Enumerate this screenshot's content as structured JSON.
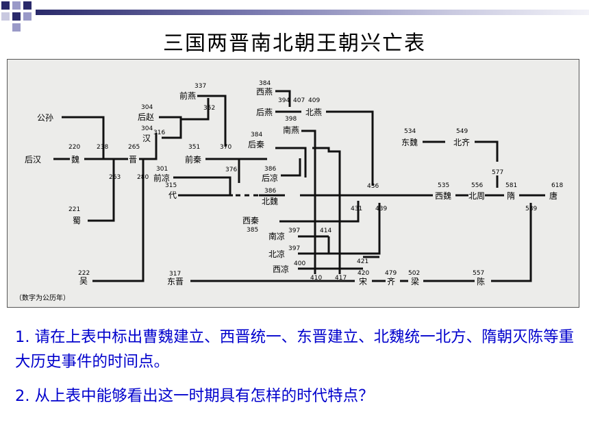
{
  "title": "三国两晋南北朝王朝兴亡表",
  "note": "（数字为公历年）",
  "dynasties": {
    "gongsun": "公孙",
    "houhan": "后汉",
    "wei": "魏",
    "shu": "蜀",
    "wu": "吴",
    "jin": "晋",
    "houzhao": "后赵",
    "han": "汉",
    "qianyan": "前燕",
    "qianqin": "前秦",
    "qianliang": "前凉",
    "dai": "代",
    "xiyan": "西燕",
    "houyan": "后燕",
    "beiyan": "北燕",
    "nanyan": "南燕",
    "houqin": "后秦",
    "houliang": "后凉",
    "beiwei": "北魏",
    "xiqin": "西秦",
    "nanliang": "南凉",
    "beiliang": "北凉",
    "xiliang": "西凉",
    "dongjin": "东晋",
    "song": "宋",
    "qi": "齐",
    "liang": "梁",
    "chen": "陈",
    "dongwei": "东魏",
    "beiqi": "北齐",
    "xiwei": "西魏",
    "beizhou": "北周",
    "sui": "隋",
    "tang": "唐"
  },
  "years": {
    "y220": "220",
    "y221": "221",
    "y222": "222",
    "y238": "238",
    "y263": "263",
    "y265": "265",
    "y280": "280",
    "y301": "301",
    "y304a": "304",
    "y304b": "304",
    "y315": "315",
    "y316": "316",
    "y317": "317",
    "y337": "337",
    "y351": "351",
    "y352": "352",
    "y370": "370",
    "y376": "376",
    "y384a": "384",
    "y384b": "384",
    "y385": "385",
    "y386a": "386",
    "y386b": "386",
    "y394": "394",
    "y397a": "397",
    "y397b": "397",
    "y398": "398",
    "y400": "400",
    "y407": "407",
    "y409": "409",
    "y410": "410",
    "y414": "414",
    "y417": "417",
    "y420": "420",
    "y421": "421",
    "y431": "431",
    "y436": "436",
    "y439": "439",
    "y479": "479",
    "y502": "502",
    "y534": "534",
    "y535": "535",
    "y549": "549",
    "y556": "556",
    "y557": "557",
    "y577": "577",
    "y581": "581",
    "y589": "589",
    "y618": "618"
  },
  "questions": {
    "q1": "1. 请在上表中标出曹魏建立、西晋统一、东晋建立、北魏统一北方、隋朝灭陈等重大历史事件的时间点。",
    "q2": "2. 从上表中能够看出这一时期具有怎样的时代特点？"
  }
}
